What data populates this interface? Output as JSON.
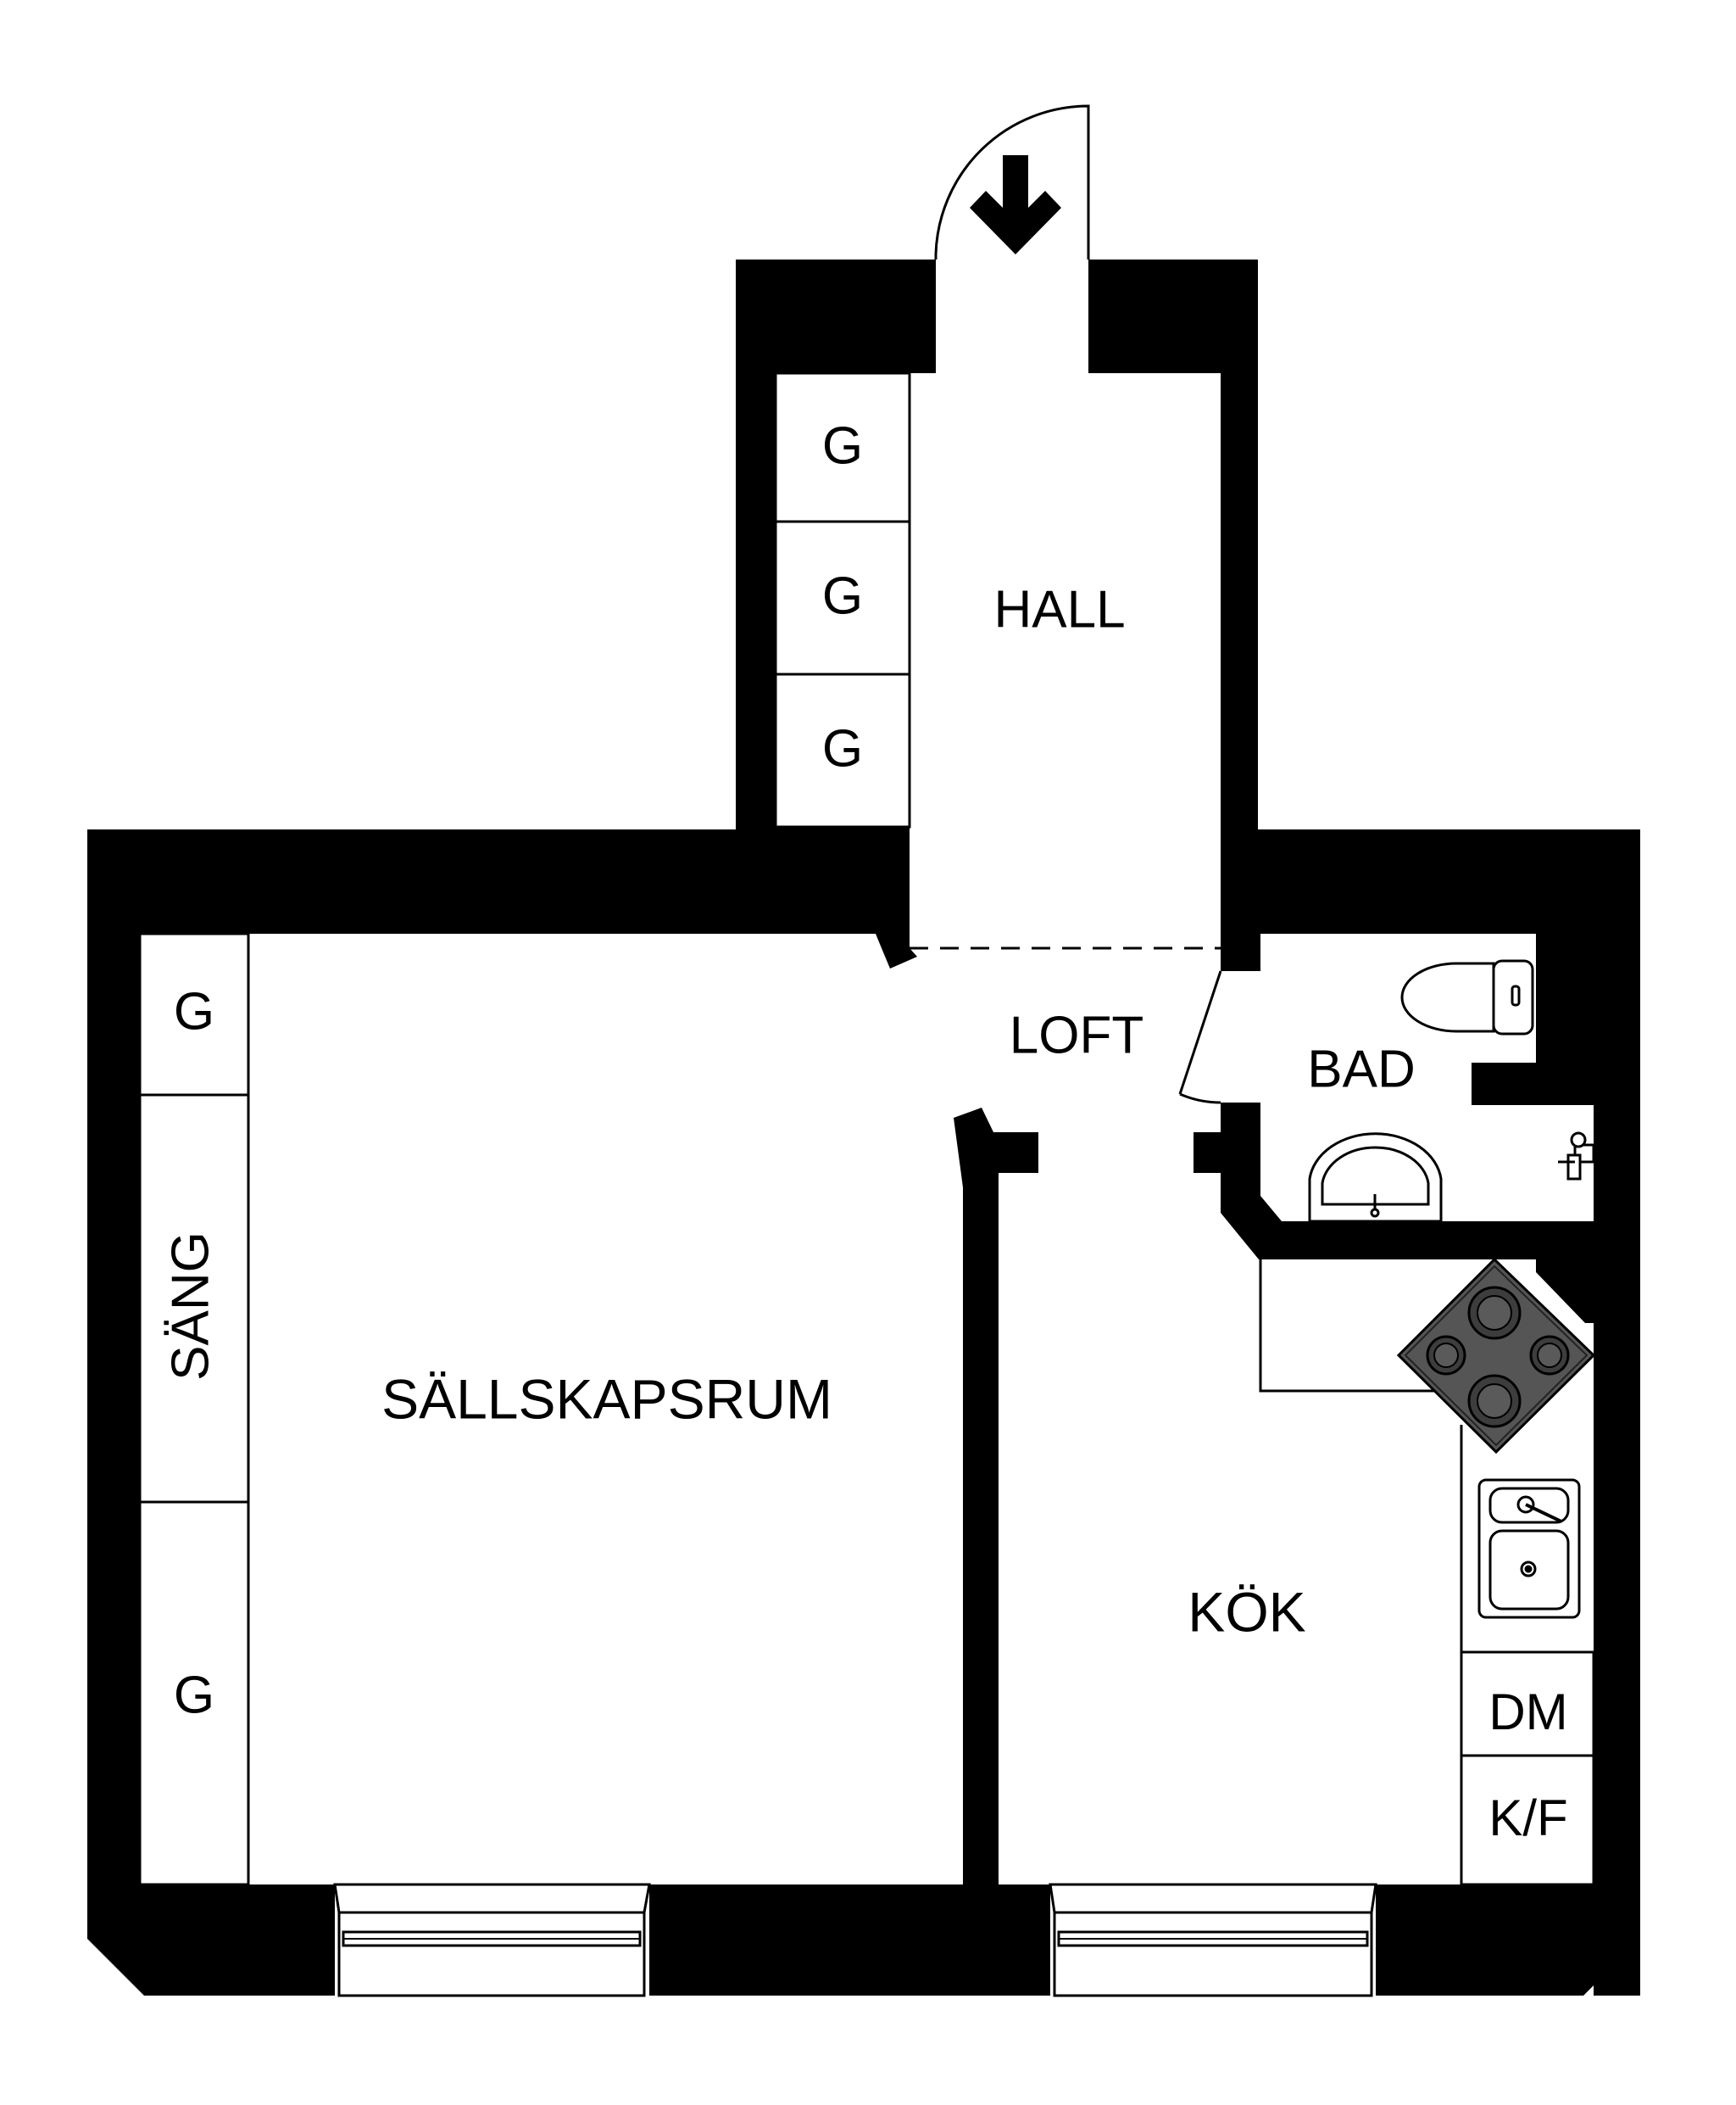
{
  "rooms": {
    "hall": "HALL",
    "loft": "LOFT",
    "bad": "BAD",
    "sallskapsrum": "SÄLLSKAPSRUM",
    "kok": "KÖK"
  },
  "fixtures": {
    "closet_hall_1": "G",
    "closet_hall_2": "G",
    "closet_hall_3": "G",
    "closet_living_top": "G",
    "bed": "SÄNG",
    "closet_living_bottom": "G",
    "dishwasher": "DM",
    "fridge_freezer": "K/F"
  },
  "colors": {
    "wall": "#000000",
    "floor": "#ffffff",
    "stove": "#555555",
    "burner": "#3d3d3d"
  }
}
